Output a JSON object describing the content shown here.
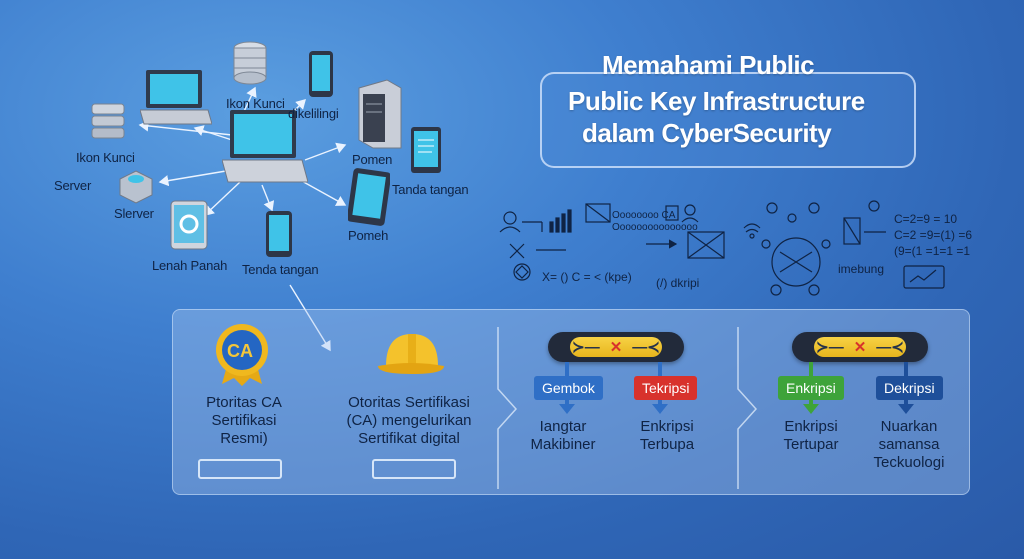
{
  "title": {
    "line1": "Memahami Public",
    "line2": "Public Key Infrastructure",
    "line3": "dalam CyberSecurity"
  },
  "network": {
    "labels": {
      "ikon_kunci_top": "Ikon Kunci",
      "dikelilingi": "dikelilingi",
      "ikon_kunci_left": "Ikon Kunci",
      "server": "Server",
      "slerver": "Slerver",
      "pomen": "Pomen",
      "tanda_tangan_right": "Tanda tangan",
      "pomeh": "Pomeh",
      "lenah_panah": "Lenah Panah",
      "tenda_tangan": "Tenda tangan"
    }
  },
  "schema": {
    "text1": "Oooooooo CA",
    "text2": "Ooooooooooooooo",
    "text3": "X= () C = < (kpe)",
    "text4": "(/) dkripi",
    "text5": "imebung",
    "formula1": "C=2=9 = 10",
    "formula2": "C=2 =9=(1) =6",
    "formula3": "(9=(1 =1=1 =1"
  },
  "panel": {
    "col1": {
      "badge": "CA",
      "line1": "Ptoritas CA",
      "line2": "Sertifikasi",
      "line3": "Resmi)"
    },
    "col2": {
      "line1": "Otoritas Sertifikasi",
      "line2": "(CA) mengelurikan",
      "line3": "Sertifikat digital"
    },
    "col3": {
      "tag_left": "Gembok",
      "tag_right": "Tekripsi",
      "left_line1": "Iangtar",
      "left_line2": "Makibiner",
      "right_line1": "Enkripsi",
      "right_line2": "Terbupa"
    },
    "col4": {
      "tag_left": "Enkripsi",
      "tag_right": "Dekripsi",
      "left_line1": "Enkripsi",
      "left_line2": "Tertupar",
      "right_line1": "Nuarkan",
      "right_line2": "samansa",
      "right_line3": "Teckuologi"
    }
  },
  "colors": {
    "tag_blue": "#2f6fc6",
    "tag_red": "#d8322c",
    "tag_green": "#3ea33a",
    "tag_navy": "#1e4f9a",
    "pill_yellow": "#f2c936"
  }
}
